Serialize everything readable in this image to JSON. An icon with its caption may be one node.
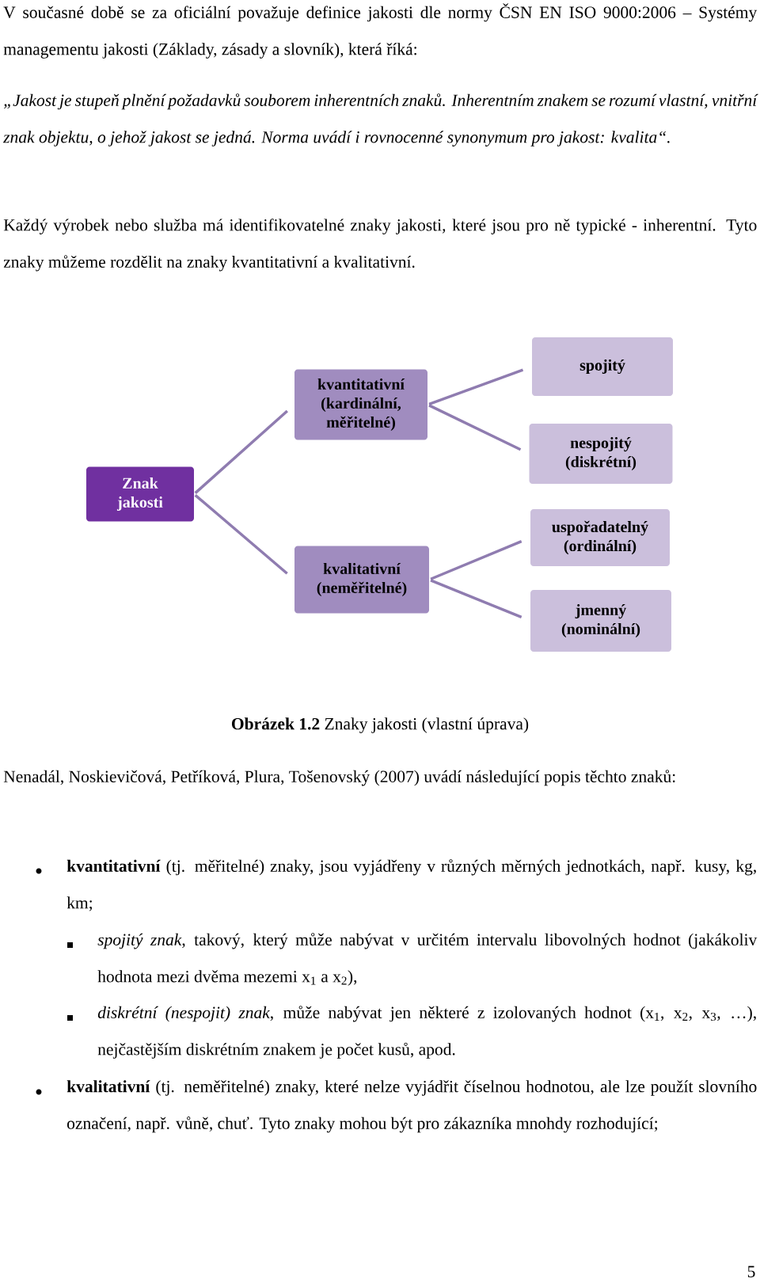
{
  "diagram": {
    "caption": "**Obrázek 1.2** Znaky jakosti (vlastní úprava)",
    "nodes": [
      {
        "text": [
          "Znak jakosti"
        ]
      },
      {
        "text": [
          "kvantitativní (kardinální, měřitelné)"
        ]
      },
      {
        "text": [
          "kvalitativní (neměřitelné)"
        ]
      },
      {
        "text": [
          "spojitý"
        ]
      },
      {
        "text": [
          "nespojitý (diskrétní)"
        ]
      },
      {
        "text": [
          "uspořadatelný (ordinální)"
        ]
      },
      {
        "text": [
          "jmenný (nominální)"
        ]
      }
    ],
    "edges": [
      {
        "from": 0,
        "to": 1,
        "arrow": "none"
      },
      {
        "from": 0,
        "to": 2,
        "arrow": "none"
      },
      {
        "from": 1,
        "to": 3,
        "arrow": "none"
      },
      {
        "from": 1,
        "to": 4,
        "arrow": "none"
      },
      {
        "from": 2,
        "to": 5,
        "arrow": "none"
      },
      {
        "from": 2,
        "to": 6,
        "arrow": "none"
      }
    ],
    "labels": [
      "V současné době se za oficiální považuje definice jakosti dle normy ČSN EN ISO 9000:2006 – Systémy managementu jakosti (Základy, zásady a slovník), která říká:",
      "„Jakost je stupeň plnění požadavků souborem inherentních znaků. Inherentním znakem se rozumí vlastní, vnitřní znak objektu, o jehož jakost se jedná. Norma uvádí i rovnocenné synonymum pro jakost: kvalita“.",
      "Každý výrobek nebo služba má identifikovatelné znaky jakosti, které jsou pro ně typické - inherentní. Tyto znaky můžeme rozdělit na znaky kvantitativní a kvalitativní.",
      "Nenadál, Noskievičová, Petříková, Plura, Tošenovský (2007) uvádí následující popis těchto znaků:",
      "**kvantitativní** (tj. měřitelné) znaky, jsou vyjádřeny v různých měrných jednotkách, např. kusy, kg, km;",
      "*spojitý znak*, takový, který může nabývat v určitém intervalu libovolných hodnot (jakákoliv hodnota mezi dvěma mezemi x$_{1}$ a x$_{2}$),",
      "*diskrétní (nespojit) znak*, může nabývat jen některé z izolovaných hodnot (x$_{1}$, x$_{2}$, x$_{3}$, …), nejčastějším diskrétním znakem je počet kusů, apod.",
      "**kvalitativní** (tj. neměřitelné) znaky, které nelze vyjádřit číselnou hodnotou, ale lze použít slovního označení, např. vůně, chuť. Tyto znaky mohou být pro zákazníka mnohdy rozhodující;",
      "5"
    ]
  }
}
